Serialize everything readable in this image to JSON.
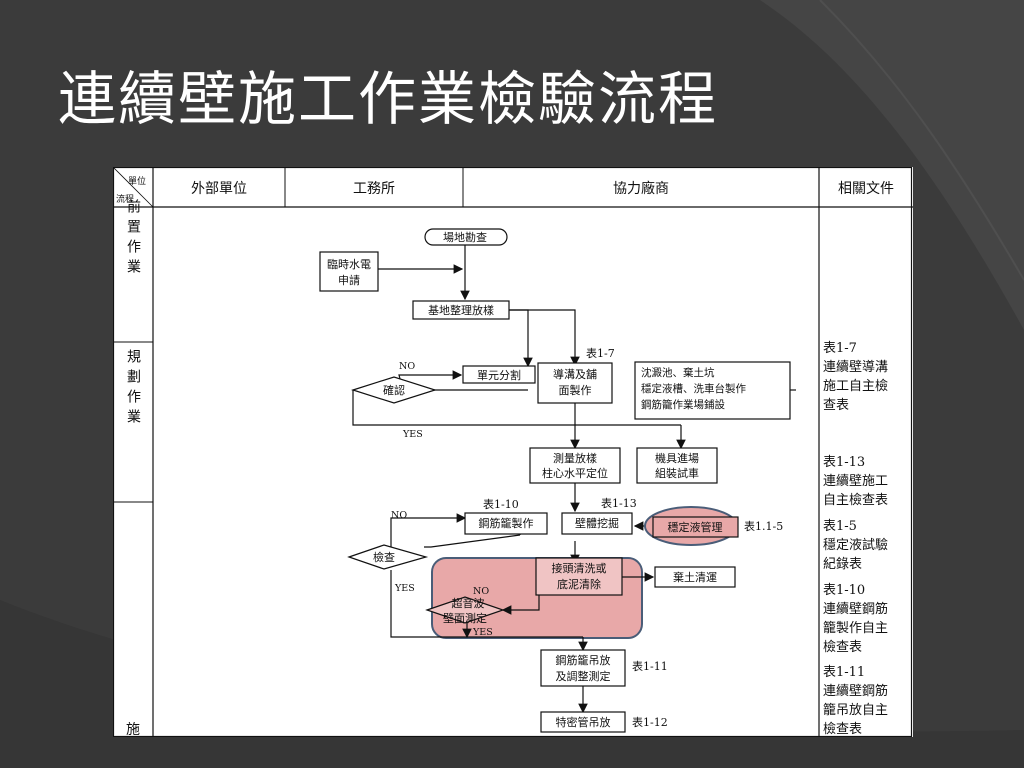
{
  "slide": {
    "title": "連續壁施工作業檢驗流程"
  },
  "table": {
    "corner_top": "單位",
    "corner_bottom": "流程",
    "columns": [
      "外部單位",
      "工務所",
      "協力廠商",
      "相關文件"
    ],
    "phases": [
      "前置作業",
      "規劃作業",
      "施"
    ]
  },
  "nodes": {
    "site_survey": "場地勘查",
    "temp_power_1": "臨時水電",
    "temp_power_2": "申請",
    "site_leveling": "基地整理放樣",
    "unit_split": "單元分割",
    "guide_trench_1": "導溝及舖",
    "guide_trench_2": "面製作",
    "settling_1": "沈澱池、棄土坑",
    "settling_2": "穩定液槽、洗車台製作",
    "settling_3": "鋼筋籠作業場鋪設",
    "confirm": "確認",
    "no_1": "NO",
    "yes_1": "YES",
    "survey_1": "測量放樣",
    "survey_2": "柱心水平定位",
    "machine_1": "機具進場",
    "machine_2": "組裝試車",
    "cage_make": "鋼筋籠製作",
    "excavation": "壁體挖掘",
    "fluid_mgmt": "穩定液管理",
    "inspect": "檢查",
    "no_2": "NO",
    "yes_2": "YES",
    "clean_1": "接頭清洗或",
    "clean_2": "底泥清除",
    "spoil": "棄土清運",
    "sonic_1": "超音波",
    "sonic_2": "壁面測定",
    "no_3": "NO",
    "yes_3": "YES",
    "hoist_1": "鋼筋籠吊放",
    "hoist_2": "及調整測定",
    "tremie": "特密管吊放"
  },
  "refs": {
    "r1_7": "表1-7",
    "r1_10": "表1-10",
    "r1_13": "表1-13",
    "r1_1_5": "表1.1-5",
    "r1_11": "表1-11",
    "r1_12": "表1-12"
  },
  "documents": [
    [
      "表1-7",
      "連續壁導溝",
      "施工自主檢",
      "查表"
    ],
    [
      "表1-13",
      "連續壁施工",
      "自主檢查表"
    ],
    [
      "表1-5",
      "穩定液試驗",
      "紀錄表"
    ],
    [
      "表1-10",
      "連續壁鋼筋",
      "籠製作自主",
      "檢查表"
    ],
    [
      "表1-11",
      "連續壁鋼筋",
      "籠吊放自主",
      "檢查表"
    ]
  ],
  "colors": {
    "background": "#3b3b3b",
    "highlight_fill": "#e8a8a8",
    "highlight_stroke": "#4a5d78"
  }
}
